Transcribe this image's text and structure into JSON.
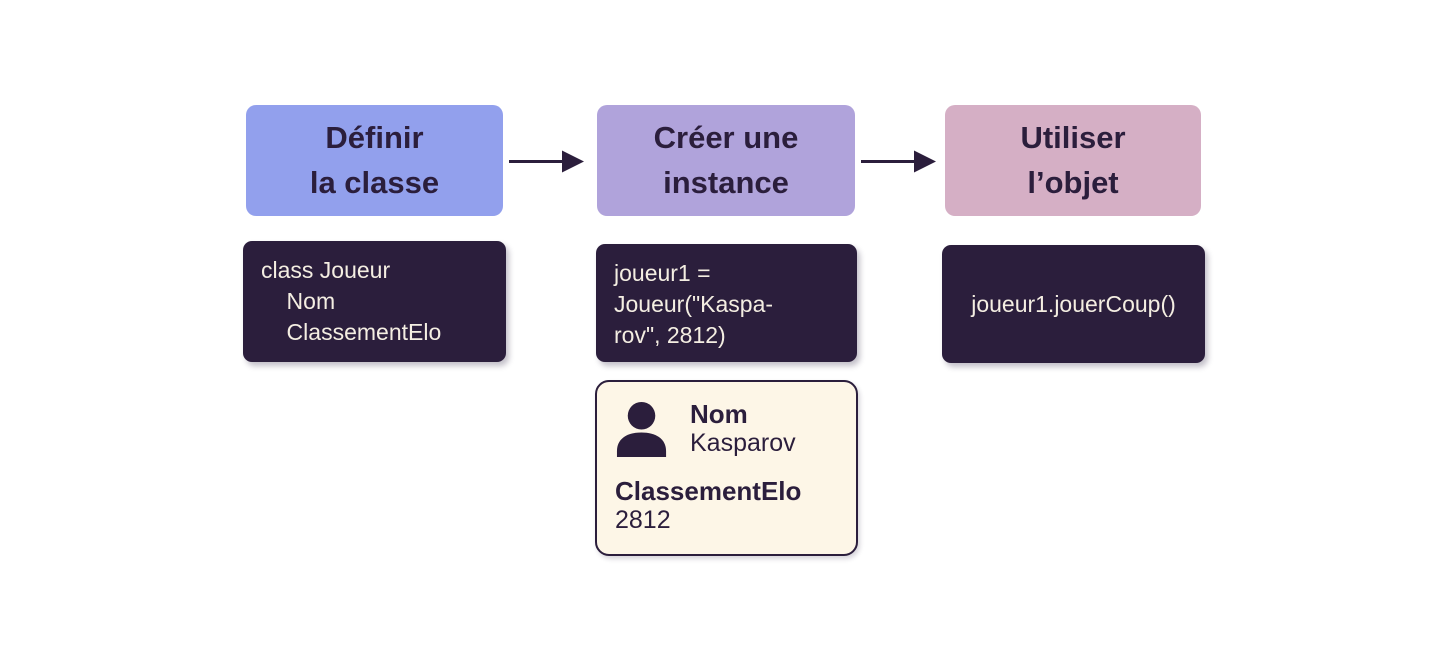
{
  "diagram": {
    "background_color": "#ffffff",
    "text_color": "#2B1E3C",
    "arrow_color": "#2B1E3C",
    "code_box_color": "#2B1E3C",
    "code_text_color": "#F4EEE2",
    "steps": [
      {
        "id": "definir-la-classe",
        "title_lines": [
          "Définir",
          "la classe"
        ],
        "header_bg": "#92A0ED",
        "code_lines": [
          "class Joueur",
          "    Nom",
          "    ClassementElo"
        ]
      },
      {
        "id": "creer-une-instance",
        "title_lines": [
          "Créer une",
          "instance"
        ],
        "header_bg": "#B0A3DB",
        "code_lines": [
          "joueur1 =",
          "Joueur(\"Kaspa-",
          "rov\", 2812)"
        ]
      },
      {
        "id": "utiliser-l-objet",
        "title_lines": [
          "Utiliser",
          "l’objet"
        ],
        "header_bg": "#D5AFC5",
        "code_lines": [
          "joueur1.jouerCoup()"
        ]
      }
    ],
    "instance_card": {
      "bg": "#FDF6E7",
      "border_color": "#2B1E3C",
      "icon": "person-icon",
      "fields": [
        {
          "label": "Nom",
          "value": "Kasparov"
        },
        {
          "label": "ClassementElo",
          "value": "2812"
        }
      ]
    }
  }
}
